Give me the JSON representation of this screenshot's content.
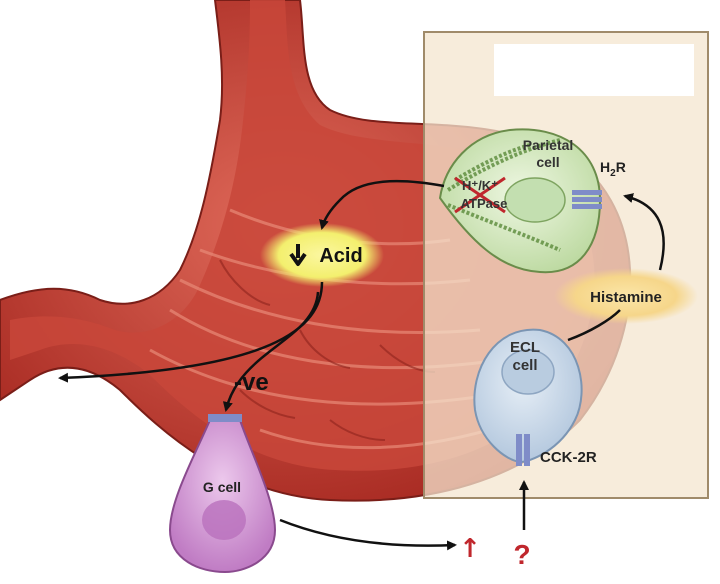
{
  "labels": {
    "parietal_cell": [
      "Parietal",
      "cell"
    ],
    "pump_line1": "H⁺/K⁺",
    "pump_line2": "ATPase",
    "h2r_main": "H",
    "h2r_sub": "2",
    "h2r_suffix": "R",
    "acid": "Acid",
    "histamine": "Histamine",
    "ecl_cell": [
      "ECL",
      "cell"
    ],
    "cck2r": "CCK-2R",
    "negative_feedback": "-ve",
    "g_cell": "G cell",
    "up_arrow_glyph": "↑",
    "unknown_mark": "?"
  },
  "colors": {
    "panel_fill": "#f4e6cf",
    "panel_border": "#a08b6a",
    "stomach_outer": "#b8322a",
    "stomach_inner": "#d9584a",
    "parietal_fill": "#d8edc4",
    "ecl_fill": "#cddcec",
    "g_cell_fill": "#d8a6d8",
    "acid_glow": "#f3ef6e",
    "histamine_glow": "#f6d68a",
    "receptor": "#7f8cc8",
    "alert_red": "#c0272d",
    "arrow": "#111111"
  }
}
